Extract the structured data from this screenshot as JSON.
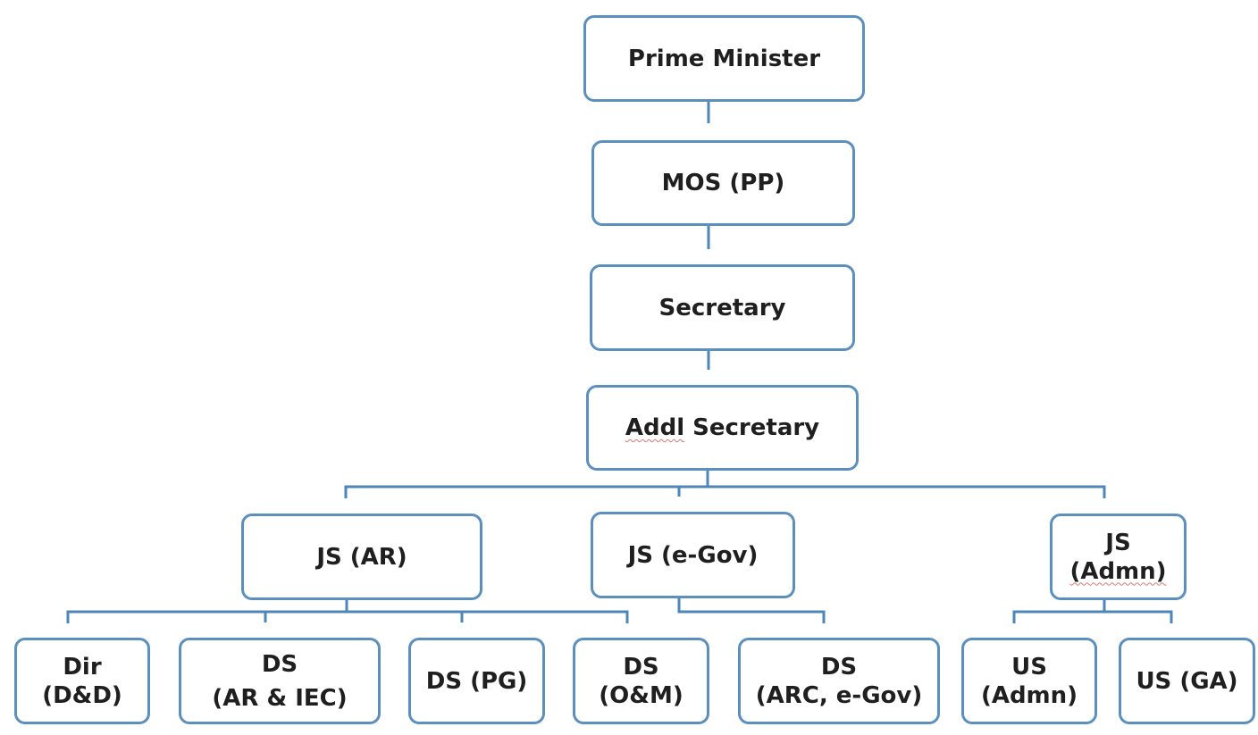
{
  "diagram": {
    "type": "org-chart",
    "accent_color": "#5b8fbe",
    "nodes": {
      "pm": {
        "lines": [
          "Prime Minister"
        ]
      },
      "mos": {
        "lines": [
          "MOS (PP)"
        ]
      },
      "secretary": {
        "lines": [
          "Secretary"
        ]
      },
      "addl": {
        "lines": [
          "Addl Secretary"
        ]
      },
      "js_ar": {
        "lines": [
          "JS (AR)"
        ]
      },
      "js_egov": {
        "lines": [
          "JS (e-Gov)"
        ]
      },
      "js_admn": {
        "lines": [
          "JS",
          "(Admn)"
        ]
      },
      "dir_dd": {
        "lines": [
          "Dir",
          "(D&D)"
        ]
      },
      "ds_ar_iec": {
        "lines": [
          "DS",
          "(AR & IEC)"
        ]
      },
      "ds_pg": {
        "lines": [
          "DS (PG)"
        ]
      },
      "ds_om": {
        "lines": [
          "DS",
          "(O&M)"
        ]
      },
      "ds_arc": {
        "lines": [
          "DS",
          "(ARC, e-Gov)"
        ]
      },
      "us_admn": {
        "lines": [
          "US",
          "(Admn)"
        ]
      },
      "us_ga": {
        "lines": [
          "US (GA)"
        ]
      }
    },
    "edges": [
      [
        "pm",
        "mos"
      ],
      [
        "mos",
        "secretary"
      ],
      [
        "secretary",
        "addl"
      ],
      [
        "addl",
        "js_ar"
      ],
      [
        "addl",
        "js_egov"
      ],
      [
        "addl",
        "js_admn"
      ],
      [
        "js_ar",
        "dir_dd"
      ],
      [
        "js_ar",
        "ds_ar_iec"
      ],
      [
        "js_ar",
        "ds_pg"
      ],
      [
        "js_ar",
        "ds_om"
      ],
      [
        "js_egov",
        "ds_arc"
      ],
      [
        "js_admn",
        "us_admn"
      ],
      [
        "js_admn",
        "us_ga"
      ]
    ]
  }
}
